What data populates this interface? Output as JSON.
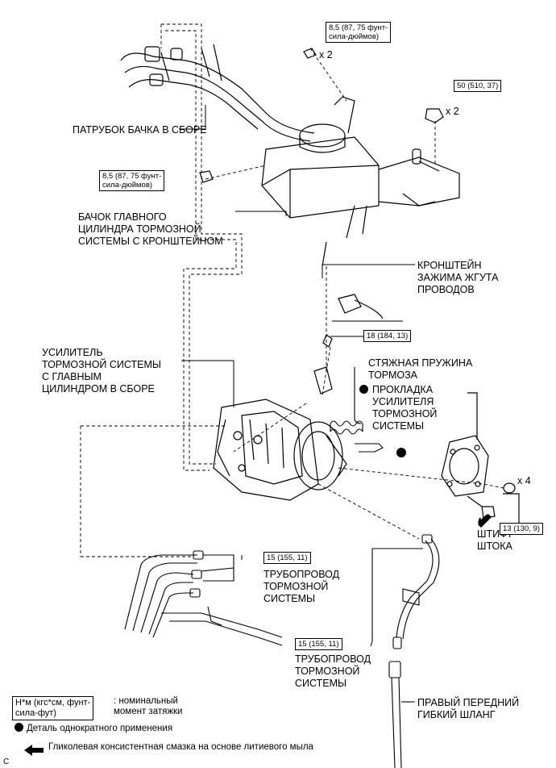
{
  "labels": {
    "tank_union": "ПАТРУБОК БАЧКА В СБОРЕ",
    "reservoir": "БАЧОК ГЛАВНОГО\nЦИЛИНДРА ТОРМОЗНОЙ\nСИСТЕМЫ С КРОНШТЕЙНОМ",
    "harness_clamp": "КРОНШТЕЙН\nЗАЖИМА ЖГУТА\nПРОВОДОВ",
    "booster": "УСИЛИТЕЛЬ\nТОРМОЗНОЙ СИСТЕМЫ\nС ГЛАВНЫМ\nЦИЛИНДРОМ В СБОРЕ",
    "return_spring": "СТЯЖНАЯ ПРУЖИНА\nТОРМОЗА",
    "booster_gasket": "ПРОКЛАДКА\nУСИЛИТЕЛЯ\nТОРМОЗНОЙ\nСИСТЕМЫ",
    "push_rod_pin": "ШТИФТ\nШТОКА",
    "brake_line_1": "ТРУБОПРОВОД\nТОРМОЗНОЙ\nСИСТЕМЫ",
    "brake_line_2": "ТРУБОПРОВОД\nТОРМОЗНОЙ\nСИСТЕМЫ",
    "front_hose": "ПРАВЫЙ ПЕРЕДНИЙ\nГИБКИЙ ШЛАНГ"
  },
  "torques": {
    "t1": "8,5 (87, 75 фунт-\nсила-дюймов)",
    "t2": "50 (510, 37)",
    "t3": "8,5 (87, 75 фунт-\nсила-дюймов)",
    "t4": "18 (184, 13)",
    "t5": "13 (130, 9)",
    "t6": "15 (155, 11)",
    "t7": "15 (155, 11)"
  },
  "quantities": {
    "q1": "x 2",
    "q2": "x 2",
    "q3": "x 4"
  },
  "legend": {
    "unit_box": "Н*м (кгс*см, фунт-\nсила-фут)",
    "unit_desc": ": номинальный\nмомент затяжки",
    "nonreusable": "Деталь однократного применения",
    "grease": "Гликолевая консистентная смазка на основе литиевого мыла"
  },
  "corner_code": "C"
}
